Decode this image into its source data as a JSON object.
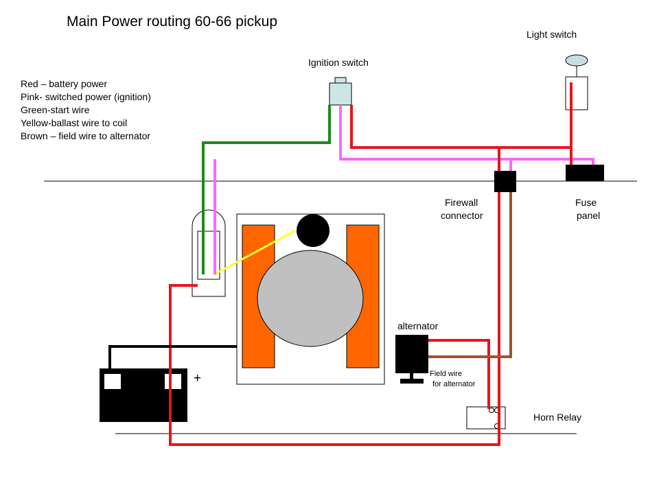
{
  "title": "Main Power routing 60-66 pickup",
  "legend": [
    "Red – battery power",
    "Pink- switched power (ignition)",
    "Green-start wire",
    "Yellow-ballast wire to coil",
    "Brown – field wire to alternator"
  ],
  "labels": {
    "light_switch": "Light switch",
    "ignition_switch": "Ignition switch",
    "firewall_connector_line1": "Firewall",
    "firewall_connector_line2": "connector",
    "fuse_panel_line1": "Fuse",
    "fuse_panel_line2": "panel",
    "alternator": "alternator",
    "field_wire_line1": "Field wire",
    "field_wire_line2": "for alternator",
    "horn_relay": "Horn Relay",
    "battery_plus": "+"
  },
  "colors": {
    "red_wire": "#e8141b",
    "pink_wire": "#ff66ff",
    "green_wire": "#1a8a1a",
    "yellow_wire": "#ffff33",
    "brown_wire": "#a0522d",
    "engine_bank": "#ff6600",
    "engine_hub": "#c0c0c0",
    "ignition_switch_body": "#cce6e6",
    "light_knob": "#c6dfe0"
  }
}
